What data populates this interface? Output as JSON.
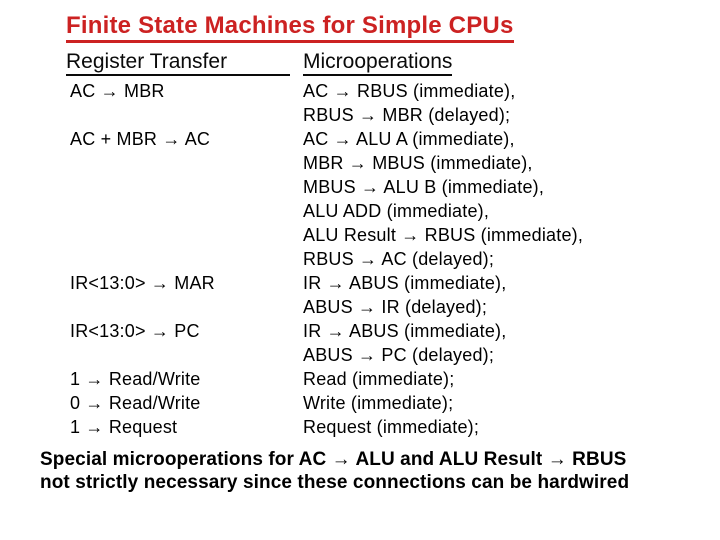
{
  "slide": {
    "title": "Finite State Machines for Simple CPUs",
    "columns": {
      "left_header": "Register Transfer",
      "right_header": "Microoperations"
    },
    "rows": [
      {
        "left": "AC → MBR",
        "right": "AC → RBUS (immediate),"
      },
      {
        "left": "",
        "right": "RBUS → MBR (delayed);"
      },
      {
        "left": "AC + MBR → AC",
        "right": "AC → ALU A (immediate),"
      },
      {
        "left": "",
        "right": "MBR → MBUS (immediate),"
      },
      {
        "left": "",
        "right": "MBUS → ALU B (immediate),"
      },
      {
        "left": "",
        "right": "ALU ADD (immediate),"
      },
      {
        "left": "",
        "right": "ALU Result → RBUS (immediate),"
      },
      {
        "left": "",
        "right": "RBUS → AC (delayed);"
      },
      {
        "left": "IR<13:0> → MAR",
        "right": "IR → ABUS (immediate),"
      },
      {
        "left": "",
        "right": "ABUS → IR (delayed);"
      },
      {
        "left": "IR<13:0> → PC",
        "right": "IR → ABUS (immediate),"
      },
      {
        "left": "",
        "right": "ABUS → PC (delayed);"
      },
      {
        "left": "1 → Read/Write",
        "right": "Read (immediate);"
      },
      {
        "left": "0 → Read/Write",
        "right": "Write (immediate);"
      },
      {
        "left": "1 → Request",
        "right": "Request (immediate);"
      }
    ],
    "footer": {
      "line1": "Special microoperations for AC → ALU and ALU Result → RBUS",
      "line2": "not strictly necessary since these connections can be hardwired"
    },
    "colors": {
      "title_red": "#cc2222",
      "text": "#000000",
      "background": "#ffffff"
    }
  }
}
